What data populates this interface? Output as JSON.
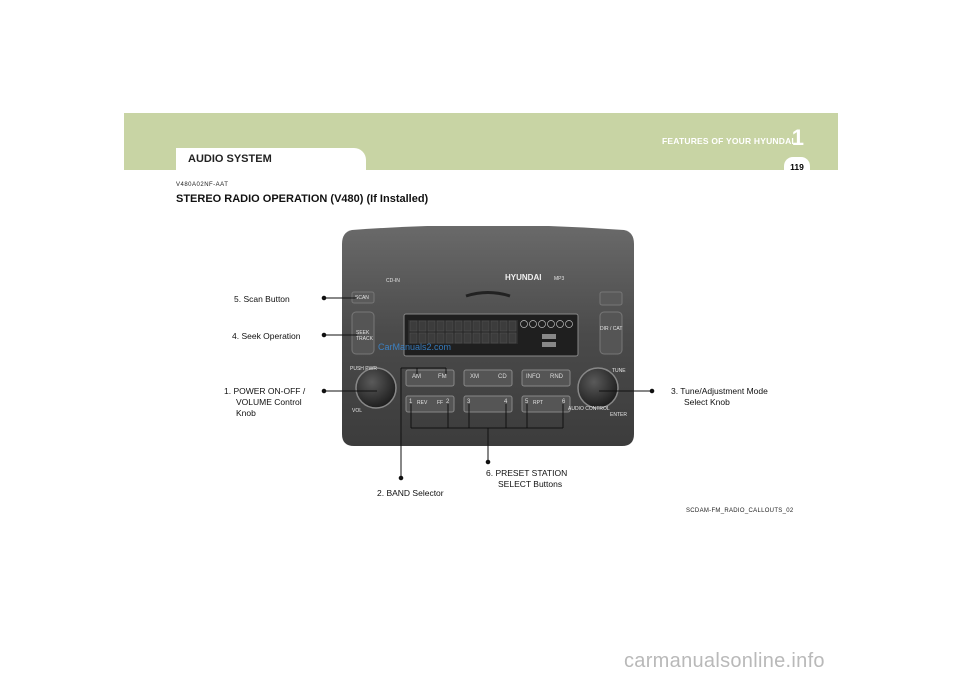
{
  "header": {
    "chapter_number": "1",
    "chapter_title": "FEATURES OF YOUR HYUNDAI",
    "page_number": "119",
    "section_title": "AUDIO SYSTEM"
  },
  "doc": {
    "code": "V480A02NF-AAT",
    "heading": "STEREO RADIO OPERATION (V480) (If Installed)"
  },
  "radio": {
    "brand": "HYUNDAI",
    "mp3": "MP3",
    "cd_in": "CD-IN",
    "scan": "SCAN",
    "seek": "SEEK",
    "track": "TRACK",
    "dir_cat": "DIR / CAT",
    "push_pwr": "PUSH PWR",
    "vol": "VOL",
    "tune": "TUNE",
    "enter": "ENTER",
    "audio_control": "AUDIO CONTROL",
    "am": "AM",
    "fm": "FM",
    "xm": "XM",
    "cd": "CD",
    "info": "INFO",
    "rnd": "RND",
    "preset_1": "1",
    "rev": "REV",
    "ff": "FF",
    "preset_2": "2",
    "preset_3": "3",
    "preset_4": "4",
    "preset_5": "5",
    "rpt": "RPT",
    "preset_6": "6"
  },
  "callouts": {
    "scan": "5. Scan Button",
    "seek": "4. Seek Operation",
    "power_line1": "1. POWER ON-OFF /",
    "power_line2": "VOLUME Control",
    "power_line3": "Knob",
    "tune_line1": "3. Tune/Adjustment Mode",
    "tune_line2": "Select Knob",
    "preset_line1": "6. PRESET STATION",
    "preset_line2": "SELECT Buttons",
    "band": "2. BAND Selector"
  },
  "figure_code": "SCDAM-FM_RADIO_CALLOUTS_02",
  "watermark": "CarManuals2.com",
  "site_mark": "carmanualsonline.info"
}
